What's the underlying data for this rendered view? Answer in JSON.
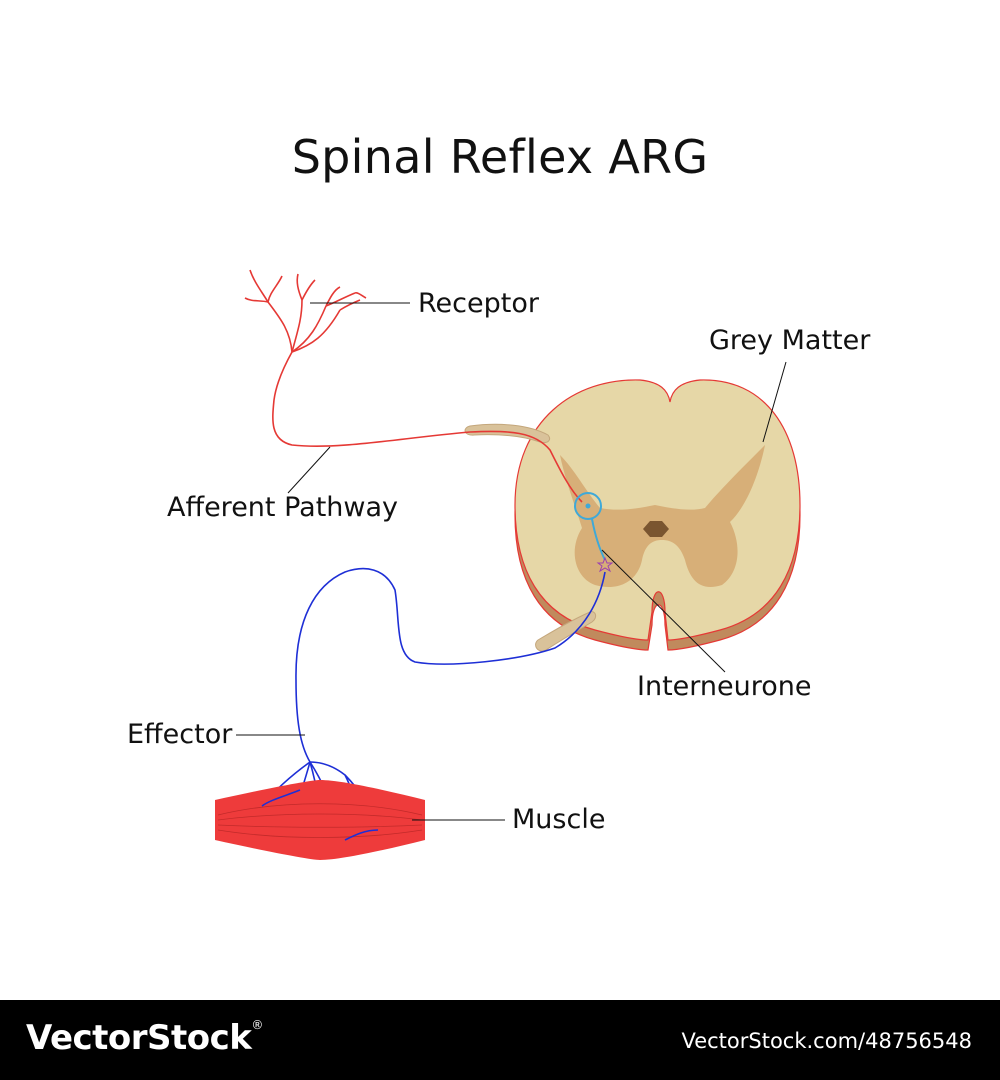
{
  "title": "Spinal Reflex ARG",
  "labels": {
    "receptor": "Receptor",
    "grey_matter": "Grey Matter",
    "afferent_pathway": "Afferent Pathway",
    "interneurone": "Interneurone",
    "effector": "Effector",
    "muscle": "Muscle"
  },
  "colors": {
    "background": "#ffffff",
    "white_matter": "#e6d7a7",
    "grey_matter": "#d7af78",
    "cord_shadow": "#c08a5d",
    "central_canal": "#7a5530",
    "afferent_neuron": "#e53935",
    "efferent_neuron": "#1e2fd6",
    "interneuron": "#3fa9d8",
    "nerve_root": "#d9c29a",
    "muscle": "#ee3b3b"
  },
  "footer": {
    "brand": "VectorStock",
    "brand_mark": "®",
    "image_id": "VectorStock.com/48756548"
  }
}
